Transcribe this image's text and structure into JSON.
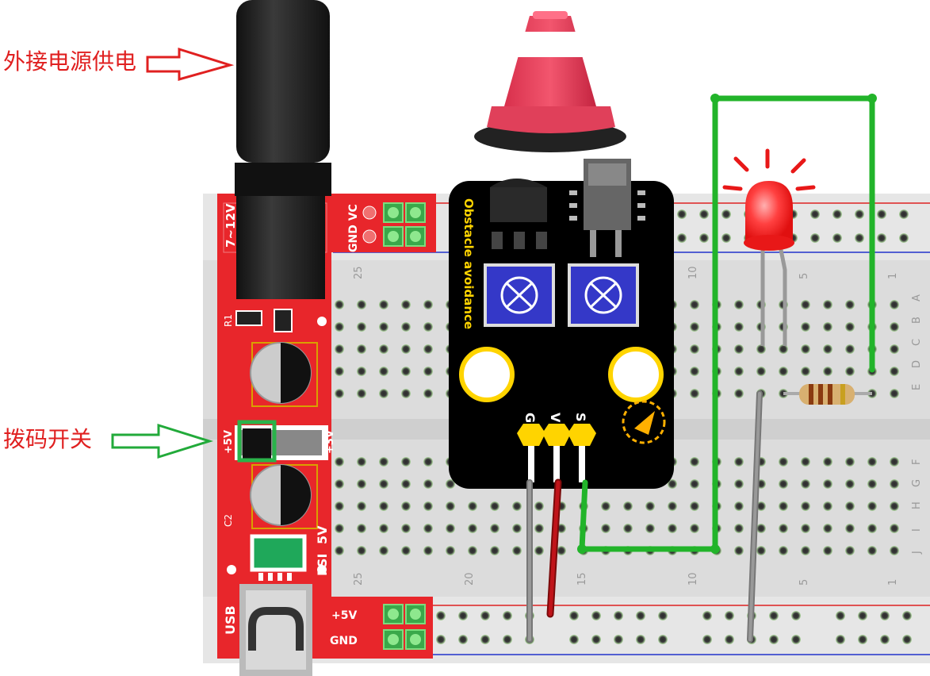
{
  "annotations": {
    "power": "外接电源供电",
    "switch": "拨码开关"
  },
  "power_module": {
    "input_voltage": "7~12V",
    "gnd_vc": "GND VC",
    "r1": "R1",
    "c2": "C2",
    "plus5v_left": "+5V",
    "plus3v": "+3V",
    "fsi": "FSI",
    "five_v": "5V",
    "usb": "USB",
    "plus5v_bottom": "+5V",
    "gnd_bottom": "GND"
  },
  "sensor": {
    "title": "Obstacle avoidance",
    "pins": [
      "G",
      "V",
      "S"
    ]
  },
  "breadboard": {
    "col_top": [
      "25",
      "10",
      "5",
      "1"
    ],
    "col_bottom": [
      "25",
      "20",
      "15",
      "10",
      "5",
      "1"
    ],
    "rows_top": [
      "A",
      "B",
      "C",
      "D",
      "E"
    ],
    "rows_bottom": [
      "F",
      "G",
      "H",
      "I",
      "J"
    ]
  },
  "colors": {
    "module_red": "#e8262b",
    "wire_green": "#22b42a",
    "wire_red": "#c0141a",
    "wire_gray": "#8c8c8c",
    "label_red": "#e02020",
    "label_green": "#22aa3a",
    "pot_blue": "#3438c8",
    "header_yellow": "#ffd400"
  },
  "icons": [
    "barrel-jack-icon",
    "traffic-cone-icon",
    "led-icon",
    "resistor-icon",
    "potentiometer-icon",
    "arrow-icon"
  ]
}
